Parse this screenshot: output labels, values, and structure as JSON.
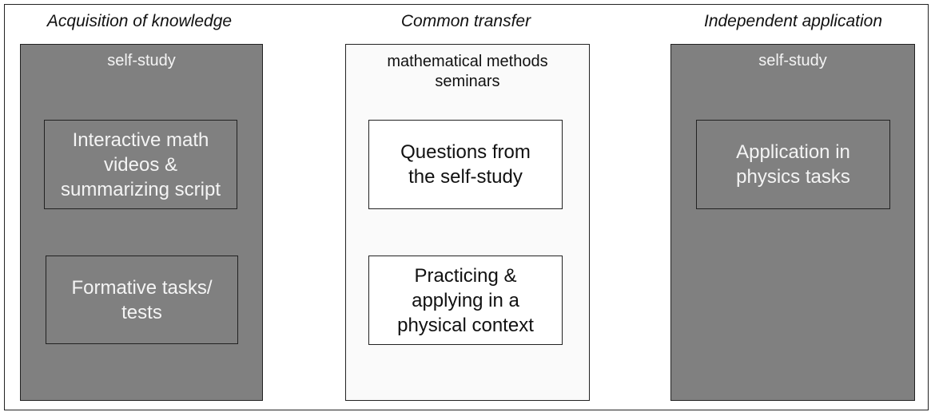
{
  "columns": [
    {
      "heading": "Acquisition of knowledge",
      "title": "self-study",
      "boxes": [
        {
          "lines": [
            "Interactive math",
            "videos &",
            "summarizing script"
          ]
        },
        {
          "lines": [
            "Formative tasks/",
            "tests"
          ]
        }
      ]
    },
    {
      "heading": "Common transfer",
      "title_lines": [
        "mathematical methods",
        "seminars"
      ],
      "boxes": [
        {
          "lines": [
            "Questions from",
            "the self-study"
          ]
        },
        {
          "lines": [
            "Practicing &",
            "applying in a",
            "physical context"
          ]
        }
      ]
    },
    {
      "heading": "Independent application",
      "title": "self-study",
      "boxes": [
        {
          "lines": [
            "Application in",
            "physics tasks"
          ]
        }
      ]
    }
  ],
  "colors": {
    "dark_fill": "#808080",
    "light_fill": "#fafafa",
    "stroke": "#222222"
  }
}
